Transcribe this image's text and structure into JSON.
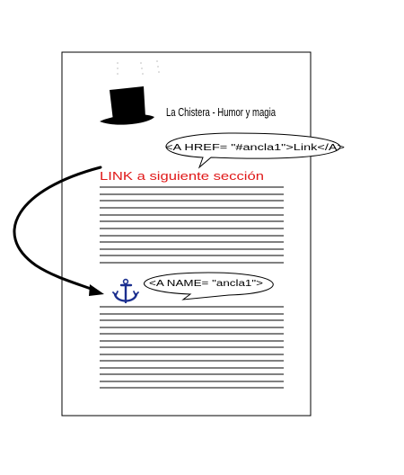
{
  "title": "La Chistera - Humor y magia",
  "bubble_href": "<A HREF= \"#ancla1\">Link</A>",
  "link_text": "LINK a siguiente sección",
  "bubble_name": "<A NAME= \"ancla1\">",
  "colors": {
    "link_text": "#e01818",
    "anchor_icon": "#1b2f8f",
    "lines": "#000000"
  },
  "icons": [
    "top-hat-icon",
    "anchor-icon",
    "curved-arrow"
  ]
}
